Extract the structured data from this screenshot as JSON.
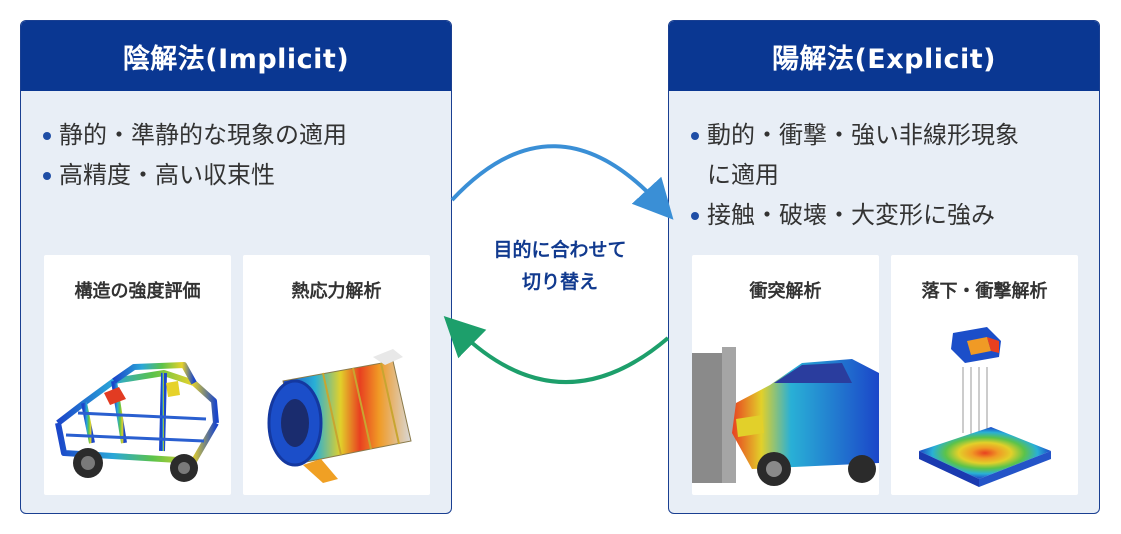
{
  "implicit": {
    "title": "陰解法(Implicit)",
    "bullets": [
      "静的・準静的な現象の適用",
      "高精度・高い収束性"
    ],
    "cards": [
      {
        "label": "構造の強度評価",
        "image": "car-body-stress-simulation"
      },
      {
        "label": "熱応力解析",
        "image": "thermal-stress-cylinder-simulation"
      }
    ]
  },
  "explicit": {
    "title": "陽解法(Explicit)",
    "bullets": [
      "動的・衝撃・強い非線形現象",
      "に適用",
      "接触・破壊・大変形に強み"
    ],
    "cards": [
      {
        "label": "衝突解析",
        "image": "car-crash-simulation"
      },
      {
        "label": "落下・衝撃解析",
        "image": "drop-impact-simulation"
      }
    ]
  },
  "center": {
    "line1": "目的に合わせて",
    "line2": "切り替え"
  },
  "colors": {
    "header": "#0a3792",
    "panel_bg": "#e8eef6",
    "arrow_top": "#3a8fd6",
    "arrow_bottom": "#1d9f6b"
  }
}
